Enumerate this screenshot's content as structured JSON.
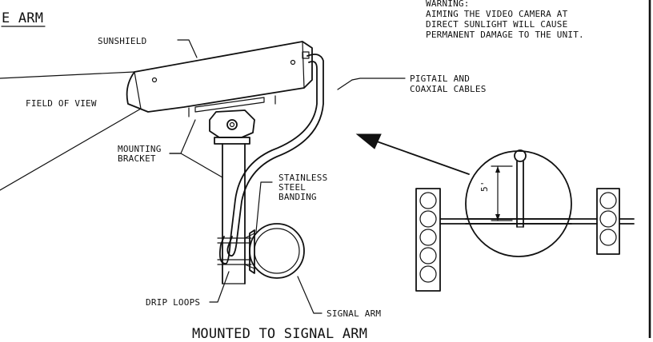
{
  "section_title": "E ARM",
  "bottom_title": "MOUNTED TO SIGNAL ARM",
  "warning": {
    "heading": "WARNING:",
    "lines": [
      "AIMING THE VIDEO CAMERA AT",
      "DIRECT SUNLIGHT WILL CAUSE",
      "PERMANENT DAMAGE TO THE UNIT."
    ]
  },
  "callouts": {
    "sunshield": "SUNSHIELD",
    "pigtail_line1": "PIGTAIL AND",
    "pigtail_line2": "COAXIAL CABLES",
    "field_of_view": "FIELD OF VIEW",
    "mounting_line1": "MOUNTING",
    "mounting_line2": "BRACKET",
    "stainless_line1": "STAINLESS",
    "stainless_line2": "STEEL",
    "stainless_line3": "BANDING",
    "drip_loops": "DRIP LOOPS",
    "signal_arm": "SIGNAL ARM"
  },
  "dimension": "5'"
}
